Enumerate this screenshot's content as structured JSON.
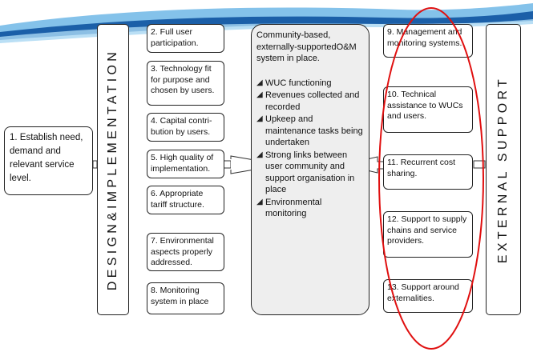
{
  "left_box": {
    "text": "1. Establish need, demand and relevant service level."
  },
  "design_label": "DESIGN&IMPLEMENTATION",
  "design_items": [
    "2. Full user participation.",
    "3. Technology fit for purpose and chosen by users.",
    "4. Capital contri-bution by users.",
    "5. High quality of implementation.",
    "6. Appropriate tariff structure.",
    "7. Environmental aspects properly addressed.",
    "8. Monitoring system in place"
  ],
  "center": {
    "heading": "Community-based, externally-supportedO&M system in place.",
    "bullets": [
      "WUC functioning",
      "Revenues collected and recorded",
      "Upkeep and maintenance tasks being undertaken",
      "Strong links between user community and support organisation in place",
      "Environmental monitoring"
    ]
  },
  "support_items": [
    "9. Management and monitoring systems.",
    "10. Technical assistance to WUCs and users.",
    "11. Recurrent cost sharing.",
    "12. Support to supply chains and service providers.",
    "13. Support around externalities."
  ],
  "support_label": "EXTERNAL SUPPORT",
  "colors": {
    "highlight_oval": "#e01010",
    "banner_dark": "#1b5fa8",
    "banner_light": "#6fb7e6",
    "center_fill": "#eeeeee"
  }
}
